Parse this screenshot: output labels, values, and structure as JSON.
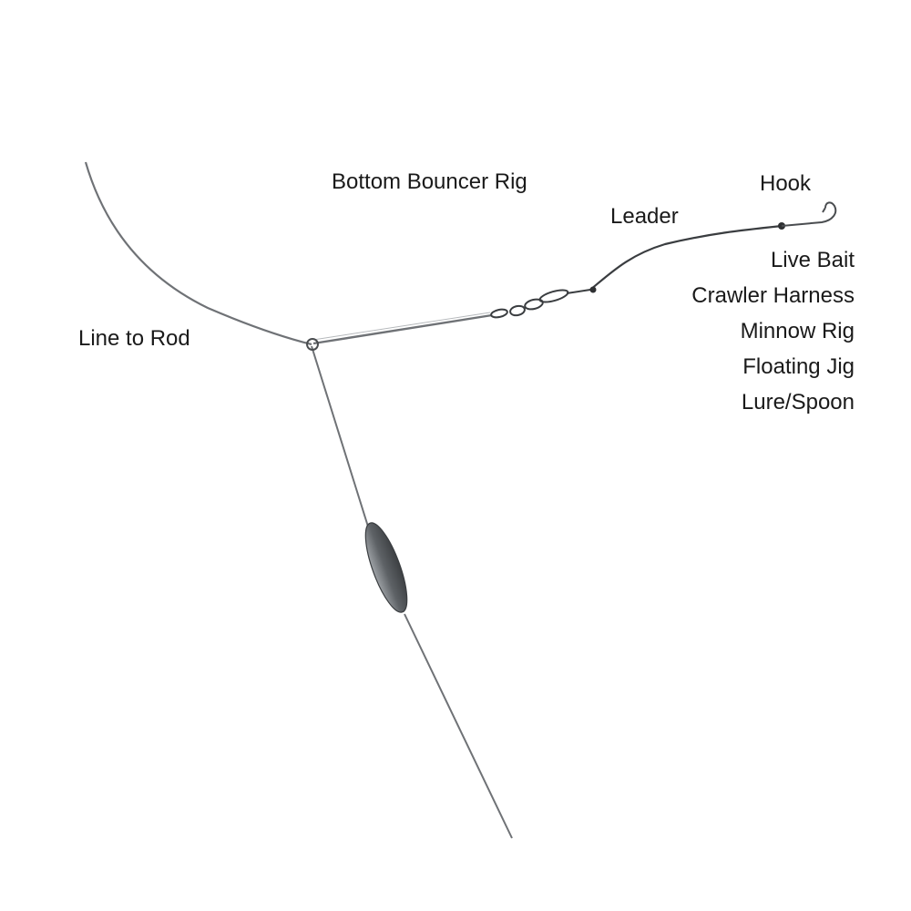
{
  "title": "Bottom Bouncer Rig",
  "labels": {
    "line_to_rod": "Line to Rod",
    "leader": "Leader",
    "hook": "Hook"
  },
  "bait_options": [
    "Live Bait",
    "Crawler Harness",
    "Minnow Rig",
    "Floating Jig",
    "Lure/Spoon"
  ],
  "colors": {
    "line": "#6f7276",
    "leader": "#3a3d40",
    "weight": "#7d8186",
    "text": "#1a1a1a"
  }
}
